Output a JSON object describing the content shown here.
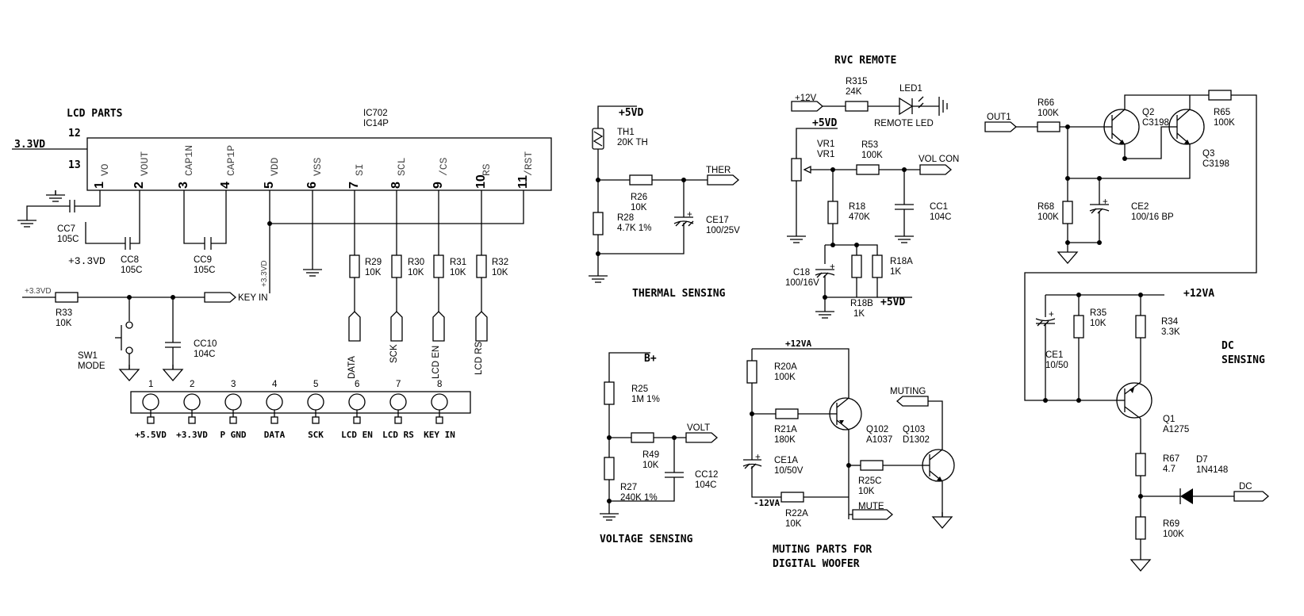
{
  "lcd": {
    "title": "LCD PARTS",
    "ic_ref": "IC702",
    "ic_val": "IC14P",
    "pin12": "12",
    "pin13": "13",
    "v33_left": "3.3VD",
    "pins": [
      {
        "num": "1",
        "name": "VO"
      },
      {
        "num": "2",
        "name": "VOUT"
      },
      {
        "num": "3",
        "name": "CAP1N"
      },
      {
        "num": "4",
        "name": "CAP1P"
      },
      {
        "num": "5",
        "name": "VDD"
      },
      {
        "num": "6",
        "name": "VSS"
      },
      {
        "num": "7",
        "name": "SI"
      },
      {
        "num": "8",
        "name": "SCL"
      },
      {
        "num": "9",
        "name": "/CS"
      },
      {
        "num": "10",
        "name": "RS"
      },
      {
        "num": "11",
        "name": "/RST"
      }
    ],
    "cc7": "CC7",
    "cc7v": "105C",
    "cc8": "CC8",
    "cc8v": "105C",
    "cc9": "CC9",
    "cc9v": "105C",
    "plus33": "+3.3VD",
    "plus33_vert": "+3.3VD",
    "plus33_small": "+3.3VD",
    "r29": "R29",
    "r29v": "10K",
    "r30": "R30",
    "r30v": "10K",
    "r31": "R31",
    "r31v": "10K",
    "r32": "R32",
    "r32v": "10K",
    "r33": "R33",
    "r33v": "10K",
    "keyin": "KEY IN",
    "sw1": "SW1",
    "sw1v": "MODE",
    "cc10": "CC10",
    "cc10v": "104C",
    "nets": [
      "DATA",
      "SCK",
      "LCD EN",
      "LCD RS"
    ],
    "connector": {
      "nums": [
        "1",
        "2",
        "3",
        "4",
        "5",
        "6",
        "7",
        "8"
      ],
      "labels": [
        "+5.5VD",
        "+3.3VD",
        "P GND",
        "DATA",
        "SCK",
        "LCD EN",
        "LCD RS",
        "KEY IN"
      ]
    }
  },
  "thermal": {
    "title": "THERMAL SENSING",
    "v5": "+5VD",
    "th1": "TH1",
    "th1v": "20K TH",
    "r26": "R26",
    "r26v": "10K",
    "r28": "R28",
    "r28v": "4.7K 1%",
    "ther": "THER",
    "ce17": "CE17",
    "ce17v": "100/25V"
  },
  "voltage": {
    "title": "VOLTAGE SENSING",
    "bplus": "B+",
    "r25": "R25",
    "r25v": "1M 1%",
    "r49": "R49",
    "r49v": "10K",
    "volt": "VOLT",
    "r27": "R27",
    "r27v": "240K 1%",
    "cc12": "CC12",
    "cc12v": "104C"
  },
  "rvc": {
    "title": "RVC REMOTE",
    "v12": "+12V",
    "r315": "R315",
    "r315v": "24K",
    "led1": "LED1",
    "remote_led": "REMOTE LED",
    "v5": "+5VD",
    "vr1": "VR1",
    "vr1v": "VR1",
    "r53": "R53",
    "r53v": "100K",
    "volcon": "VOL CON",
    "r18": "R18",
    "r18v": "470K",
    "cc1": "CC1",
    "cc1v": "104C",
    "c18": "C18",
    "c18v": "100/16V",
    "r18a": "R18A",
    "r18av": "1K",
    "r18b": "R18B",
    "r18bv": "1K",
    "v5b": "+5VD"
  },
  "muting": {
    "title1": "MUTING PARTS FOR",
    "title2": "DIGITAL WOOFER",
    "v12": "+12VA",
    "vm12": "-12VA",
    "r20a": "R20A",
    "r20av": "100K",
    "r21a": "R21A",
    "r21av": "180K",
    "ce1a": "CE1A",
    "ce1av": "10/50V",
    "r22a": "R22A",
    "r22av": "10K",
    "q102": "Q102",
    "q102v": "A1037",
    "r25c": "R25C",
    "r25cv": "10K",
    "mute": "MUTE",
    "muting": "MUTING",
    "q103": "Q103",
    "q103v": "D1302"
  },
  "dc": {
    "title1": "DC",
    "title2": "SENSING",
    "out1": "OUT1",
    "r66": "R66",
    "r66v": "100K",
    "q2": "Q2",
    "q2v": "C3198",
    "r65": "R65",
    "r65v": "100K",
    "q3": "Q3",
    "q3v": "C3198",
    "r68": "R68",
    "r68v": "100K",
    "ce2": "CE2",
    "ce2v": "100/16 BP",
    "v12a": "+12VA",
    "ce1": "CE1",
    "ce1v": "10/50",
    "r35": "R35",
    "r35v": "10K",
    "r34": "R34",
    "r34v": "3.3K",
    "q1": "Q1",
    "q1v": "A1275",
    "r67": "R67",
    "r67v": "4.7",
    "d7": "D7",
    "d7v": "1N4148",
    "dcout": "DC",
    "r69": "R69",
    "r69v": "100K"
  }
}
